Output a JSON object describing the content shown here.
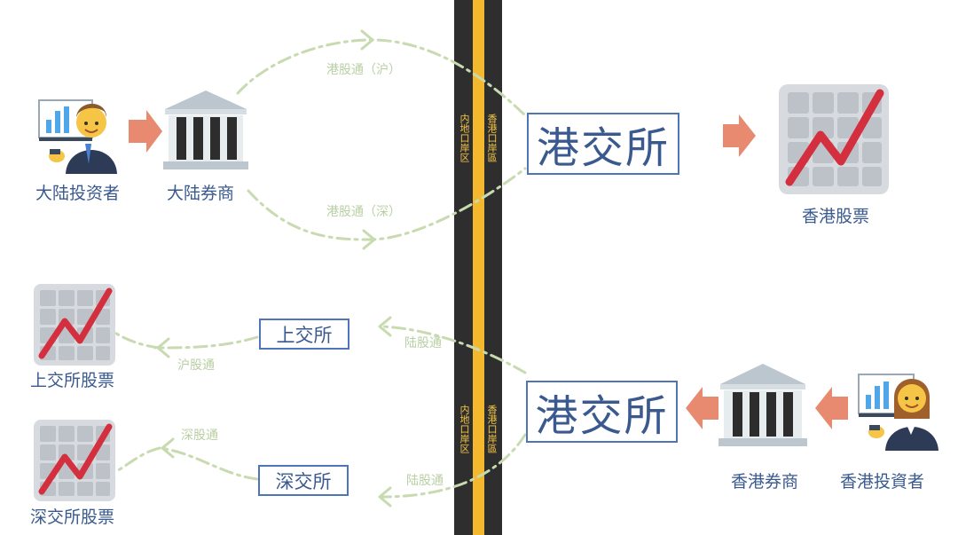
{
  "top": {
    "investor_label": "大陆投资者",
    "broker_label": "大陆券商",
    "flow_sh_label": "港股通（沪）",
    "flow_sz_label": "港股通（深）",
    "hkex_box": "港交所",
    "stock_label": "香港股票"
  },
  "road": {
    "left_top": "内地口岸区",
    "right_top": "香港口岸區",
    "left_bottom": "内地口岸区",
    "right_bottom": "香港口岸區"
  },
  "bottom": {
    "sse_box": "上交所",
    "szse_box": "深交所",
    "sse_stock_label": "上交所股票",
    "szse_stock_label": "深交所股票",
    "hu_flow_label": "沪股通",
    "shen_flow_label": "深股通",
    "lu_flow_label_1": "陆股通",
    "lu_flow_label_2": "陆股通",
    "hkex_box": "港交所",
    "hk_broker_label": "香港券商",
    "hk_investor_label": "香港投資者"
  }
}
